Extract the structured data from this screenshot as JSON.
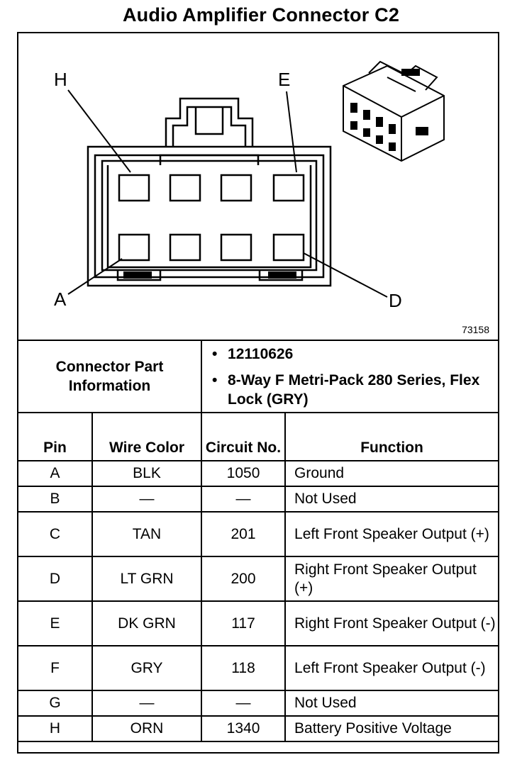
{
  "title": "Audio Amplifier Connector C2",
  "diagram": {
    "pin_labels": {
      "H": "H",
      "E": "E",
      "A": "A",
      "D": "D"
    },
    "figure_number": "73158"
  },
  "connector_info": {
    "label": "Connector Part Information",
    "values": [
      "12110626",
      "8-Way F Metri-Pack 280 Series, Flex Lock (GRY)"
    ]
  },
  "table": {
    "headers": {
      "pin": "Pin",
      "wire_color": "Wire Color",
      "circuit_no": "Circuit No.",
      "function": "Function"
    },
    "rows": [
      {
        "pin": "A",
        "wire_color": "BLK",
        "circuit": "1050",
        "function": "Ground"
      },
      {
        "pin": "B",
        "wire_color": "—",
        "circuit": "—",
        "function": "Not Used"
      },
      {
        "pin": "C",
        "wire_color": "TAN",
        "circuit": "201",
        "function": "Left Front Speaker Output (+)"
      },
      {
        "pin": "D",
        "wire_color": "LT GRN",
        "circuit": "200",
        "function": "Right Front Speaker Output (+)"
      },
      {
        "pin": "E",
        "wire_color": "DK GRN",
        "circuit": "117",
        "function": "Right Front Speaker Output (-)"
      },
      {
        "pin": "F",
        "wire_color": "GRY",
        "circuit": "118",
        "function": "Left Front Speaker Output (-)"
      },
      {
        "pin": "G",
        "wire_color": "—",
        "circuit": "—",
        "function": "Not Used"
      },
      {
        "pin": "H",
        "wire_color": "ORN",
        "circuit": "1340",
        "function": "Battery Positive Voltage"
      }
    ]
  }
}
